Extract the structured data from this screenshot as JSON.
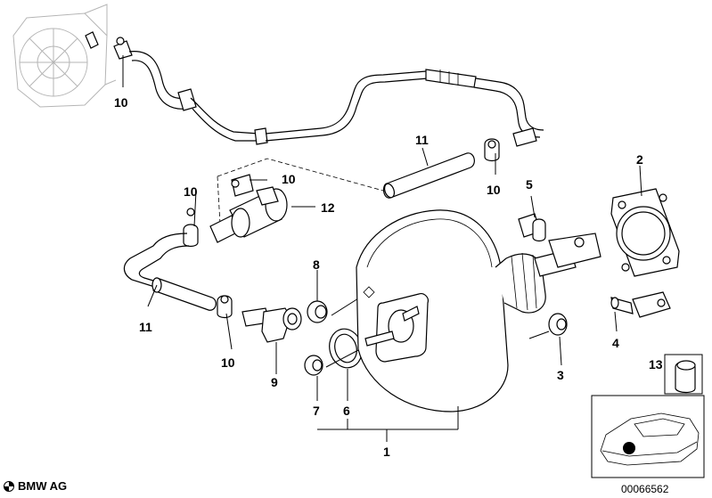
{
  "diagram": {
    "callouts": {
      "c1": "1",
      "c2": "2",
      "c3": "3",
      "c4": "4",
      "c5": "5",
      "c6": "6",
      "c7": "7",
      "c8": "8",
      "c9": "9",
      "c10a": "10",
      "c10b": "10",
      "c10c": "10",
      "c10d": "10",
      "c10e": "10",
      "c11a": "11",
      "c11b": "11",
      "c12": "12",
      "c13": "13"
    }
  },
  "footer": {
    "brand": "BMW AG",
    "diagram_id": "00066562"
  }
}
